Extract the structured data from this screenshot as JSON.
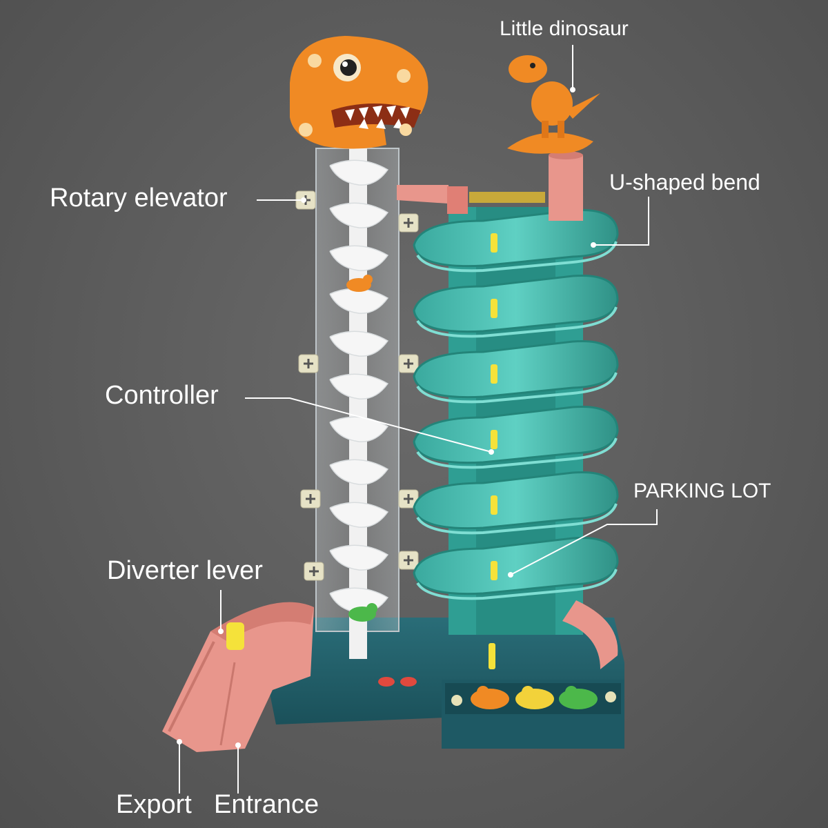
{
  "labels": {
    "rotary_elevator": "Rotary elevator",
    "little_dinosaur": "Little dinosaur",
    "u_shaped_bend": "U-shaped bend",
    "controller": "Controller",
    "parking_lot": "PARKING LOT",
    "diverter_lever": "Diverter lever",
    "export": "Export",
    "entrance": "Entrance"
  },
  "colors": {
    "background": "#5b5b5b",
    "track_teal": "#4fc3b6",
    "track_teal_dark": "#2f9e93",
    "base_navy": "#1f5c66",
    "pink_track": "#e8968c",
    "dino_orange": "#f08a24",
    "lever_yellow": "#f5e23a",
    "tube_clear": "#c9cfd3"
  },
  "icons": [
    "dinosaur-head",
    "little-dinosaur",
    "spiral-elevator",
    "screw-icon",
    "small-car-dinosaur"
  ]
}
